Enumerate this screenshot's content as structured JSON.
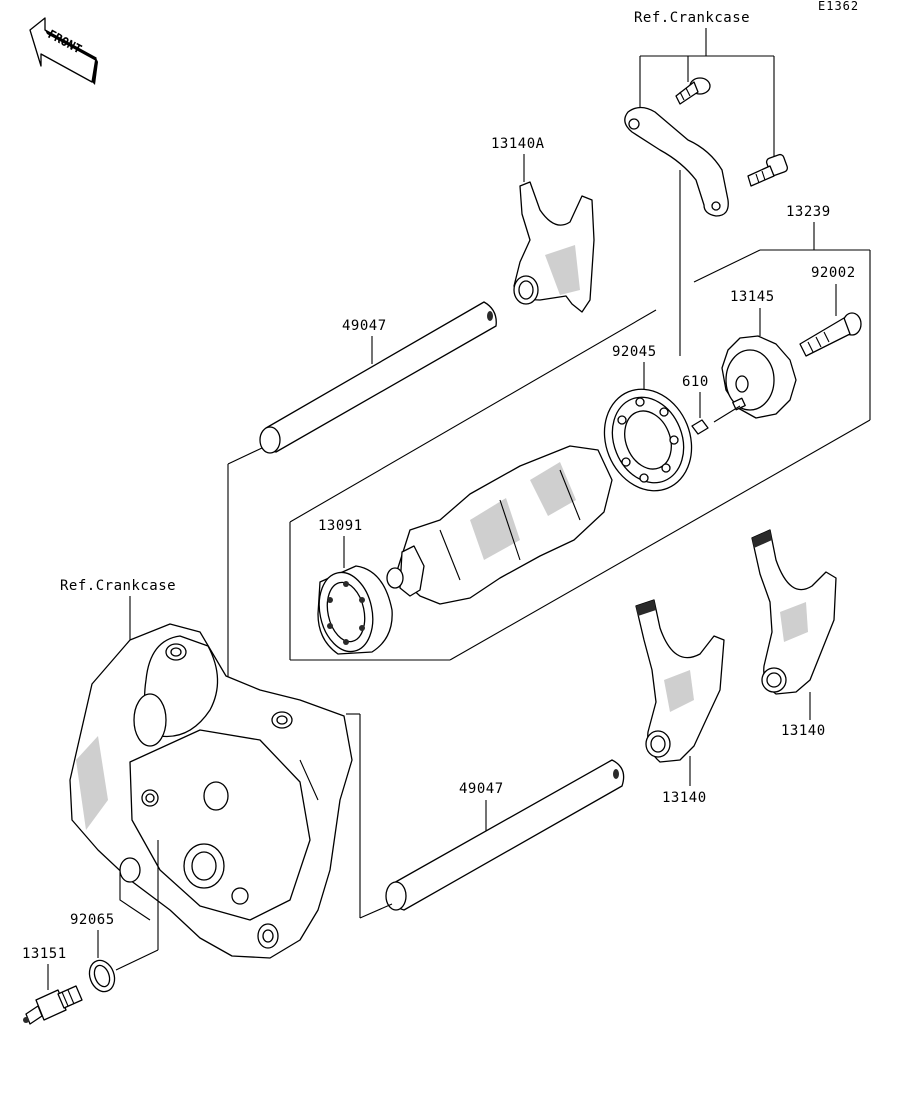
{
  "diagram_code": "E1362",
  "front_label": "FRONT",
  "labels": {
    "ref_crankcase_top": "Ref.Crankcase",
    "ref_crankcase_left": "Ref.Crankcase",
    "p13140A": "13140A",
    "p13239": "13239",
    "p92002": "92002",
    "p13145": "13145",
    "p49047_upper": "49047",
    "p92045": "92045",
    "p610": "610",
    "p13091": "13091",
    "p13140_right": "13140",
    "p13140_lower": "13140",
    "p49047_lower": "49047",
    "p92065": "92065",
    "p13151": "13151"
  }
}
